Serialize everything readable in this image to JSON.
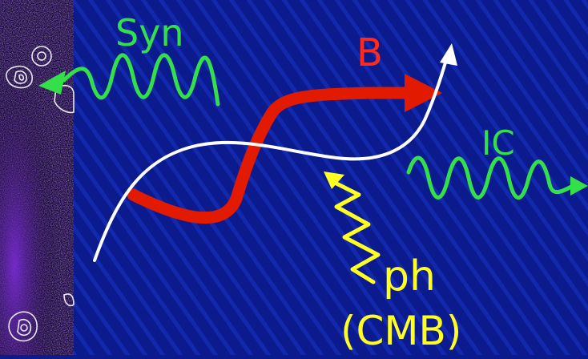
{
  "labels": {
    "syn": "Syn",
    "b": "B",
    "ic": "IC",
    "ph": "ph",
    "cmb": "(CMB)"
  },
  "colors": {
    "background": "#0b1a8c",
    "stripe": "#1a34c8",
    "synchrotron": "#33e04a",
    "inverse_compton": "#33e04a",
    "magnetic_field": "#e21a00",
    "label_b": "#ff2a1a",
    "photon": "#ffff22",
    "electron_path": "#ffffff",
    "radio_panel": "#12082a",
    "contour": "#e8e8f0"
  },
  "icons": [
    "radio-image-panel",
    "electron-path-arrow",
    "magnetic-field-arrow",
    "synchrotron-wave-arrow",
    "inverse-compton-wave-arrow",
    "photon-zigzag-arrow"
  ]
}
